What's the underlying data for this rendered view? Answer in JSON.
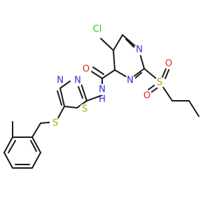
{
  "molecule": {
    "atoms": {
      "cl": {
        "label": "Cl",
        "color": "#2eb82e"
      },
      "n_pyr_top": {
        "label": "N",
        "color": "#2431d6"
      },
      "n_pyr_bot": {
        "label": "N",
        "color": "#2431d6"
      },
      "o_carbonyl": {
        "label": "O",
        "color": "#e3261b"
      },
      "nh": {
        "label": "N",
        "color": "#2431d6"
      },
      "h_amide": {
        "label": "H",
        "color": "#2431d6"
      },
      "n_tdz_left": {
        "label": "N",
        "color": "#2431d6"
      },
      "n_tdz_right": {
        "label": "N",
        "color": "#2431d6"
      },
      "s_ring": {
        "label": "S",
        "color": "#b3a100"
      },
      "s_thioether": {
        "label": "S",
        "color": "#b3a100"
      },
      "s_sulfonyl": {
        "label": "S",
        "color": "#b3a100"
      },
      "o_sulfonyl_top": {
        "label": "O",
        "color": "#e3261b"
      },
      "o_sulfonyl_bottom": {
        "label": "O",
        "color": "#e3261b"
      }
    }
  }
}
